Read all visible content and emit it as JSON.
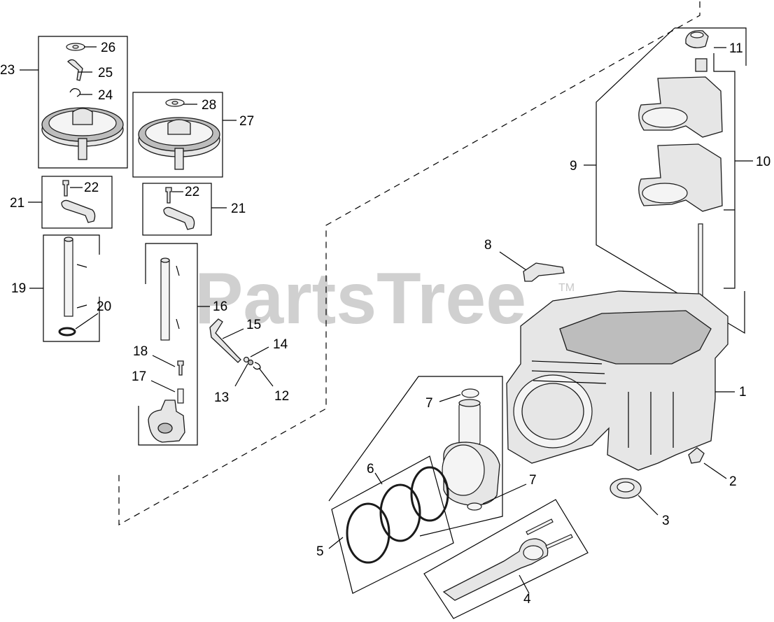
{
  "watermark": {
    "text": "PartsTree",
    "tm": "TM"
  },
  "callouts": {
    "c1": "1",
    "c2": "2",
    "c3": "3",
    "c4": "4",
    "c5": "5",
    "c6": "6",
    "c7a": "7",
    "c7b": "7",
    "c8": "8",
    "c9": "9",
    "c10": "10",
    "c11": "11",
    "c12": "12",
    "c13": "13",
    "c14": "14",
    "c15": "15",
    "c16": "16",
    "c17": "17",
    "c18": "18",
    "c19": "19",
    "c20": "20",
    "c21a": "21",
    "c21b": "21",
    "c22a": "22",
    "c22b": "22",
    "c23": "23",
    "c24": "24",
    "c25": "25",
    "c26": "26",
    "c27": "27",
    "c28": "28"
  }
}
